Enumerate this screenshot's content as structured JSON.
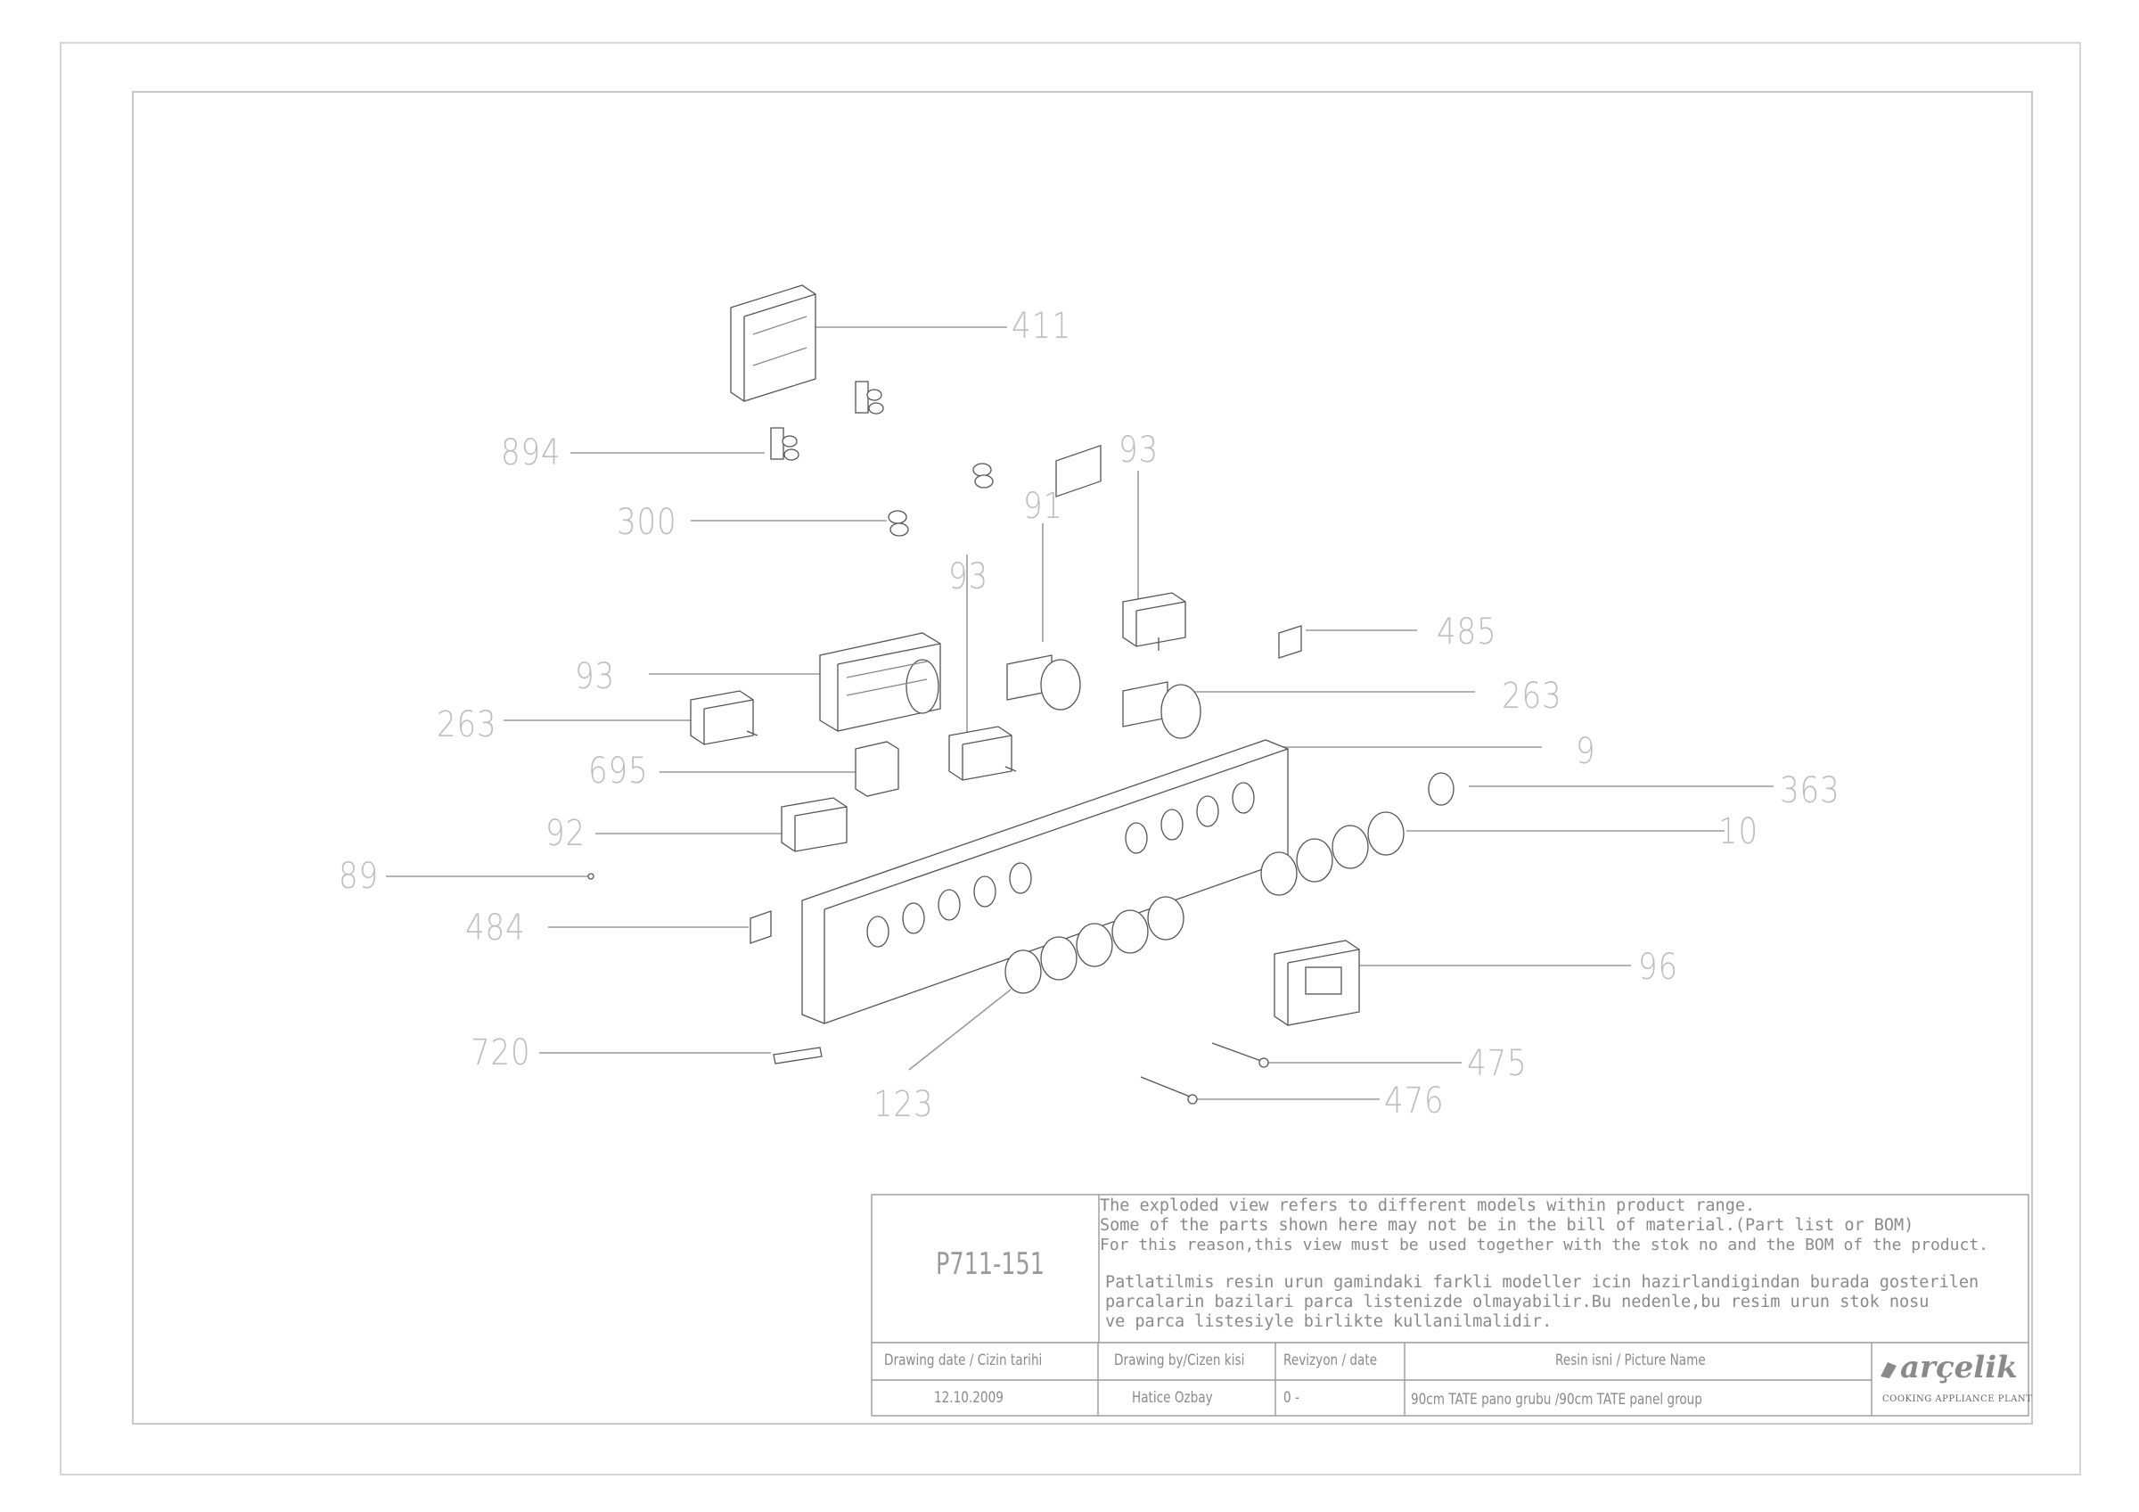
{
  "callouts": {
    "c411": "411",
    "c894": "894",
    "c93a": "93",
    "c91": "91",
    "c300": "300",
    "c93b": "93",
    "c485": "485",
    "c93c": "93",
    "c263a": "263",
    "c263b": "263",
    "c9": "9",
    "c695": "695",
    "c363": "363",
    "c92": "92",
    "c10": "10",
    "c89": "89",
    "c484": "484",
    "c96": "96",
    "c720": "720",
    "c475": "475",
    "c123": "123",
    "c476": "476"
  },
  "title_block": {
    "drawing_code": "P711-151",
    "note_en": [
      "The exploded view refers to different models within product range.",
      "Some of the parts shown here may not be in the bill of material.(Part list or BOM)",
      "For this reason,this view must be used together with the stok no and the BOM of the product."
    ],
    "note_tr": [
      "Patlatilmis resin urun gamindaki farkli modeller icin hazirlandigindan burada gosterilen",
      "parcalarin bazilari parca listenizde olmayabilir.Bu nedenle,bu resim urun stok nosu",
      "ve parca listesiyle birlikte kullanilmalidir."
    ],
    "headers": {
      "date": "Drawing date / Cizin tarihi",
      "by": "Drawing by/Cizen kisi",
      "rev": "Revizyon / date",
      "name": "Resin isni / Picture Name"
    },
    "values": {
      "date": "12.10.2009",
      "by": "Hatice Ozbay",
      "rev": "0 -",
      "name": "90cm TATE pano grubu /90cm TATE panel group"
    },
    "logo": "arçelik",
    "plant": "COOKING APPLIANCE PLANT"
  }
}
